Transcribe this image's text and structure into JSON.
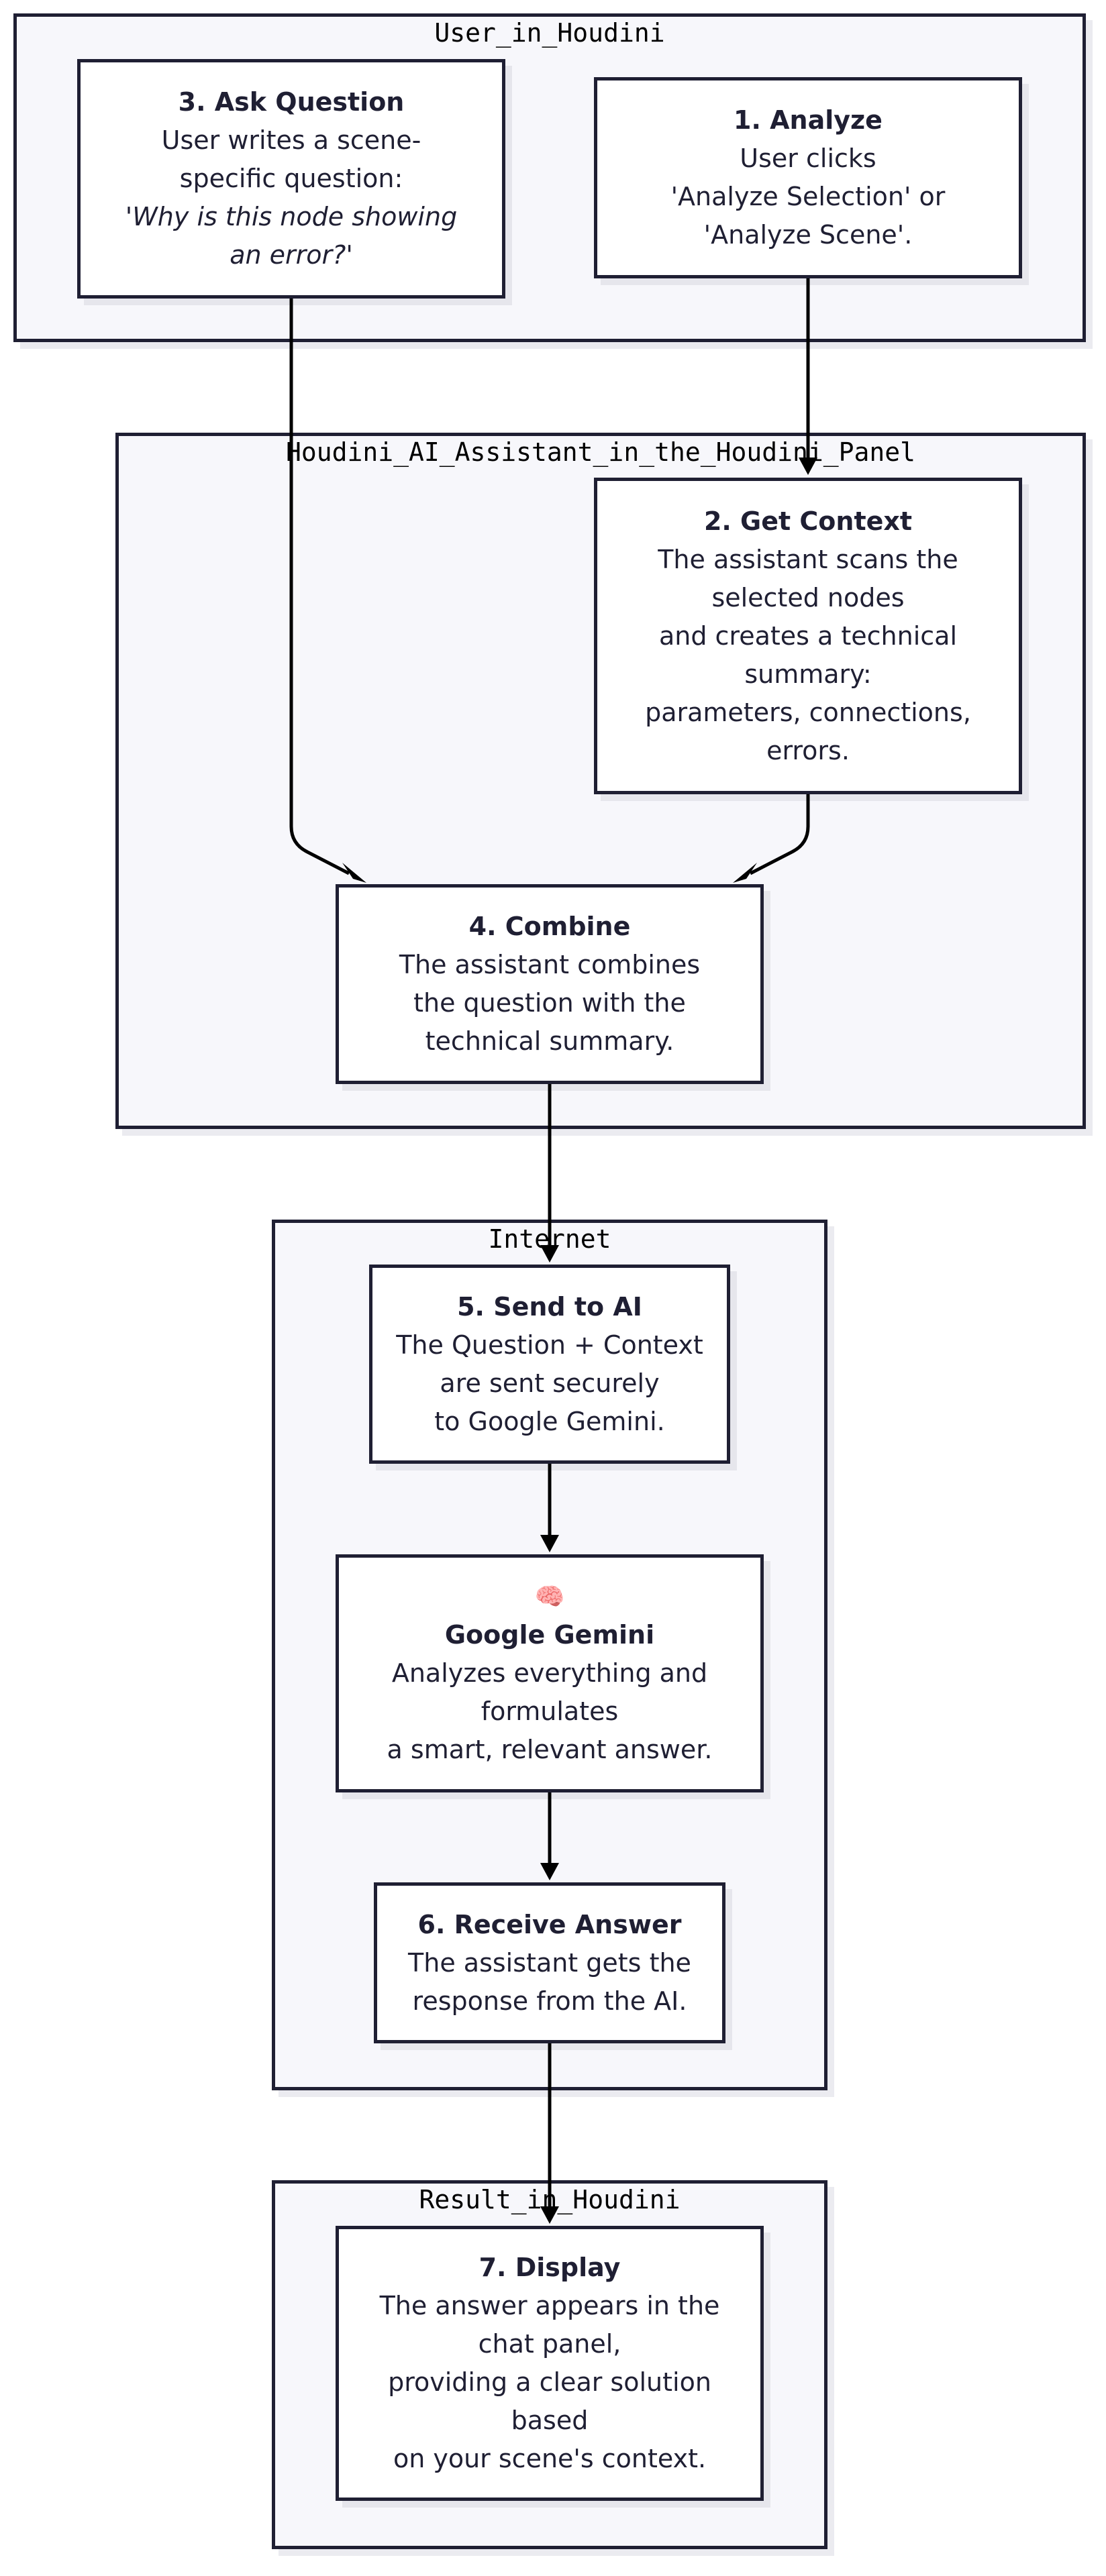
{
  "clusters": {
    "user": {
      "label": "User_in_Houdini"
    },
    "panel": {
      "label": "Houdini_AI_Assistant_in_the_Houdini_Panel"
    },
    "internet": {
      "label": "Internet"
    },
    "result": {
      "label": "Result_in_Houdini"
    }
  },
  "nodes": {
    "ask": {
      "title": "3. Ask Question",
      "lines": [
        "User writes a scene-",
        "specific question:",
        "'Why is this node showing",
        "an error?'"
      ]
    },
    "analyze": {
      "title": "1. Analyze",
      "lines": [
        "User clicks",
        "'Analyze Selection' or",
        "'Analyze Scene'."
      ]
    },
    "context": {
      "title": "2. Get Context",
      "lines": [
        "The assistant scans the",
        "selected nodes",
        "and creates a technical",
        "summary:",
        "parameters, connections,",
        "errors."
      ]
    },
    "combine": {
      "title": "4. Combine",
      "lines": [
        "The assistant combines",
        "the question with the",
        "technical summary."
      ]
    },
    "send": {
      "title": "5. Send to AI",
      "lines": [
        "The Question + Context",
        "are sent securely",
        "to Google Gemini."
      ]
    },
    "gemini": {
      "icon": "🧠",
      "title": "Google Gemini",
      "lines": [
        "Analyzes everything and",
        "formulates",
        "a smart, relevant answer."
      ]
    },
    "receive": {
      "title": "6. Receive Answer",
      "lines": [
        "The assistant gets the",
        "response from the AI."
      ]
    },
    "display": {
      "title": "7. Display",
      "lines": [
        "The answer appears in the",
        "chat panel,",
        "providing a clear solution",
        "based",
        "on your scene's context."
      ]
    }
  },
  "colors": {
    "stroke": "#1f1f33",
    "cluster_fill": "#f7f7fb",
    "node_fill": "#ffffff",
    "edge": "#000000"
  }
}
